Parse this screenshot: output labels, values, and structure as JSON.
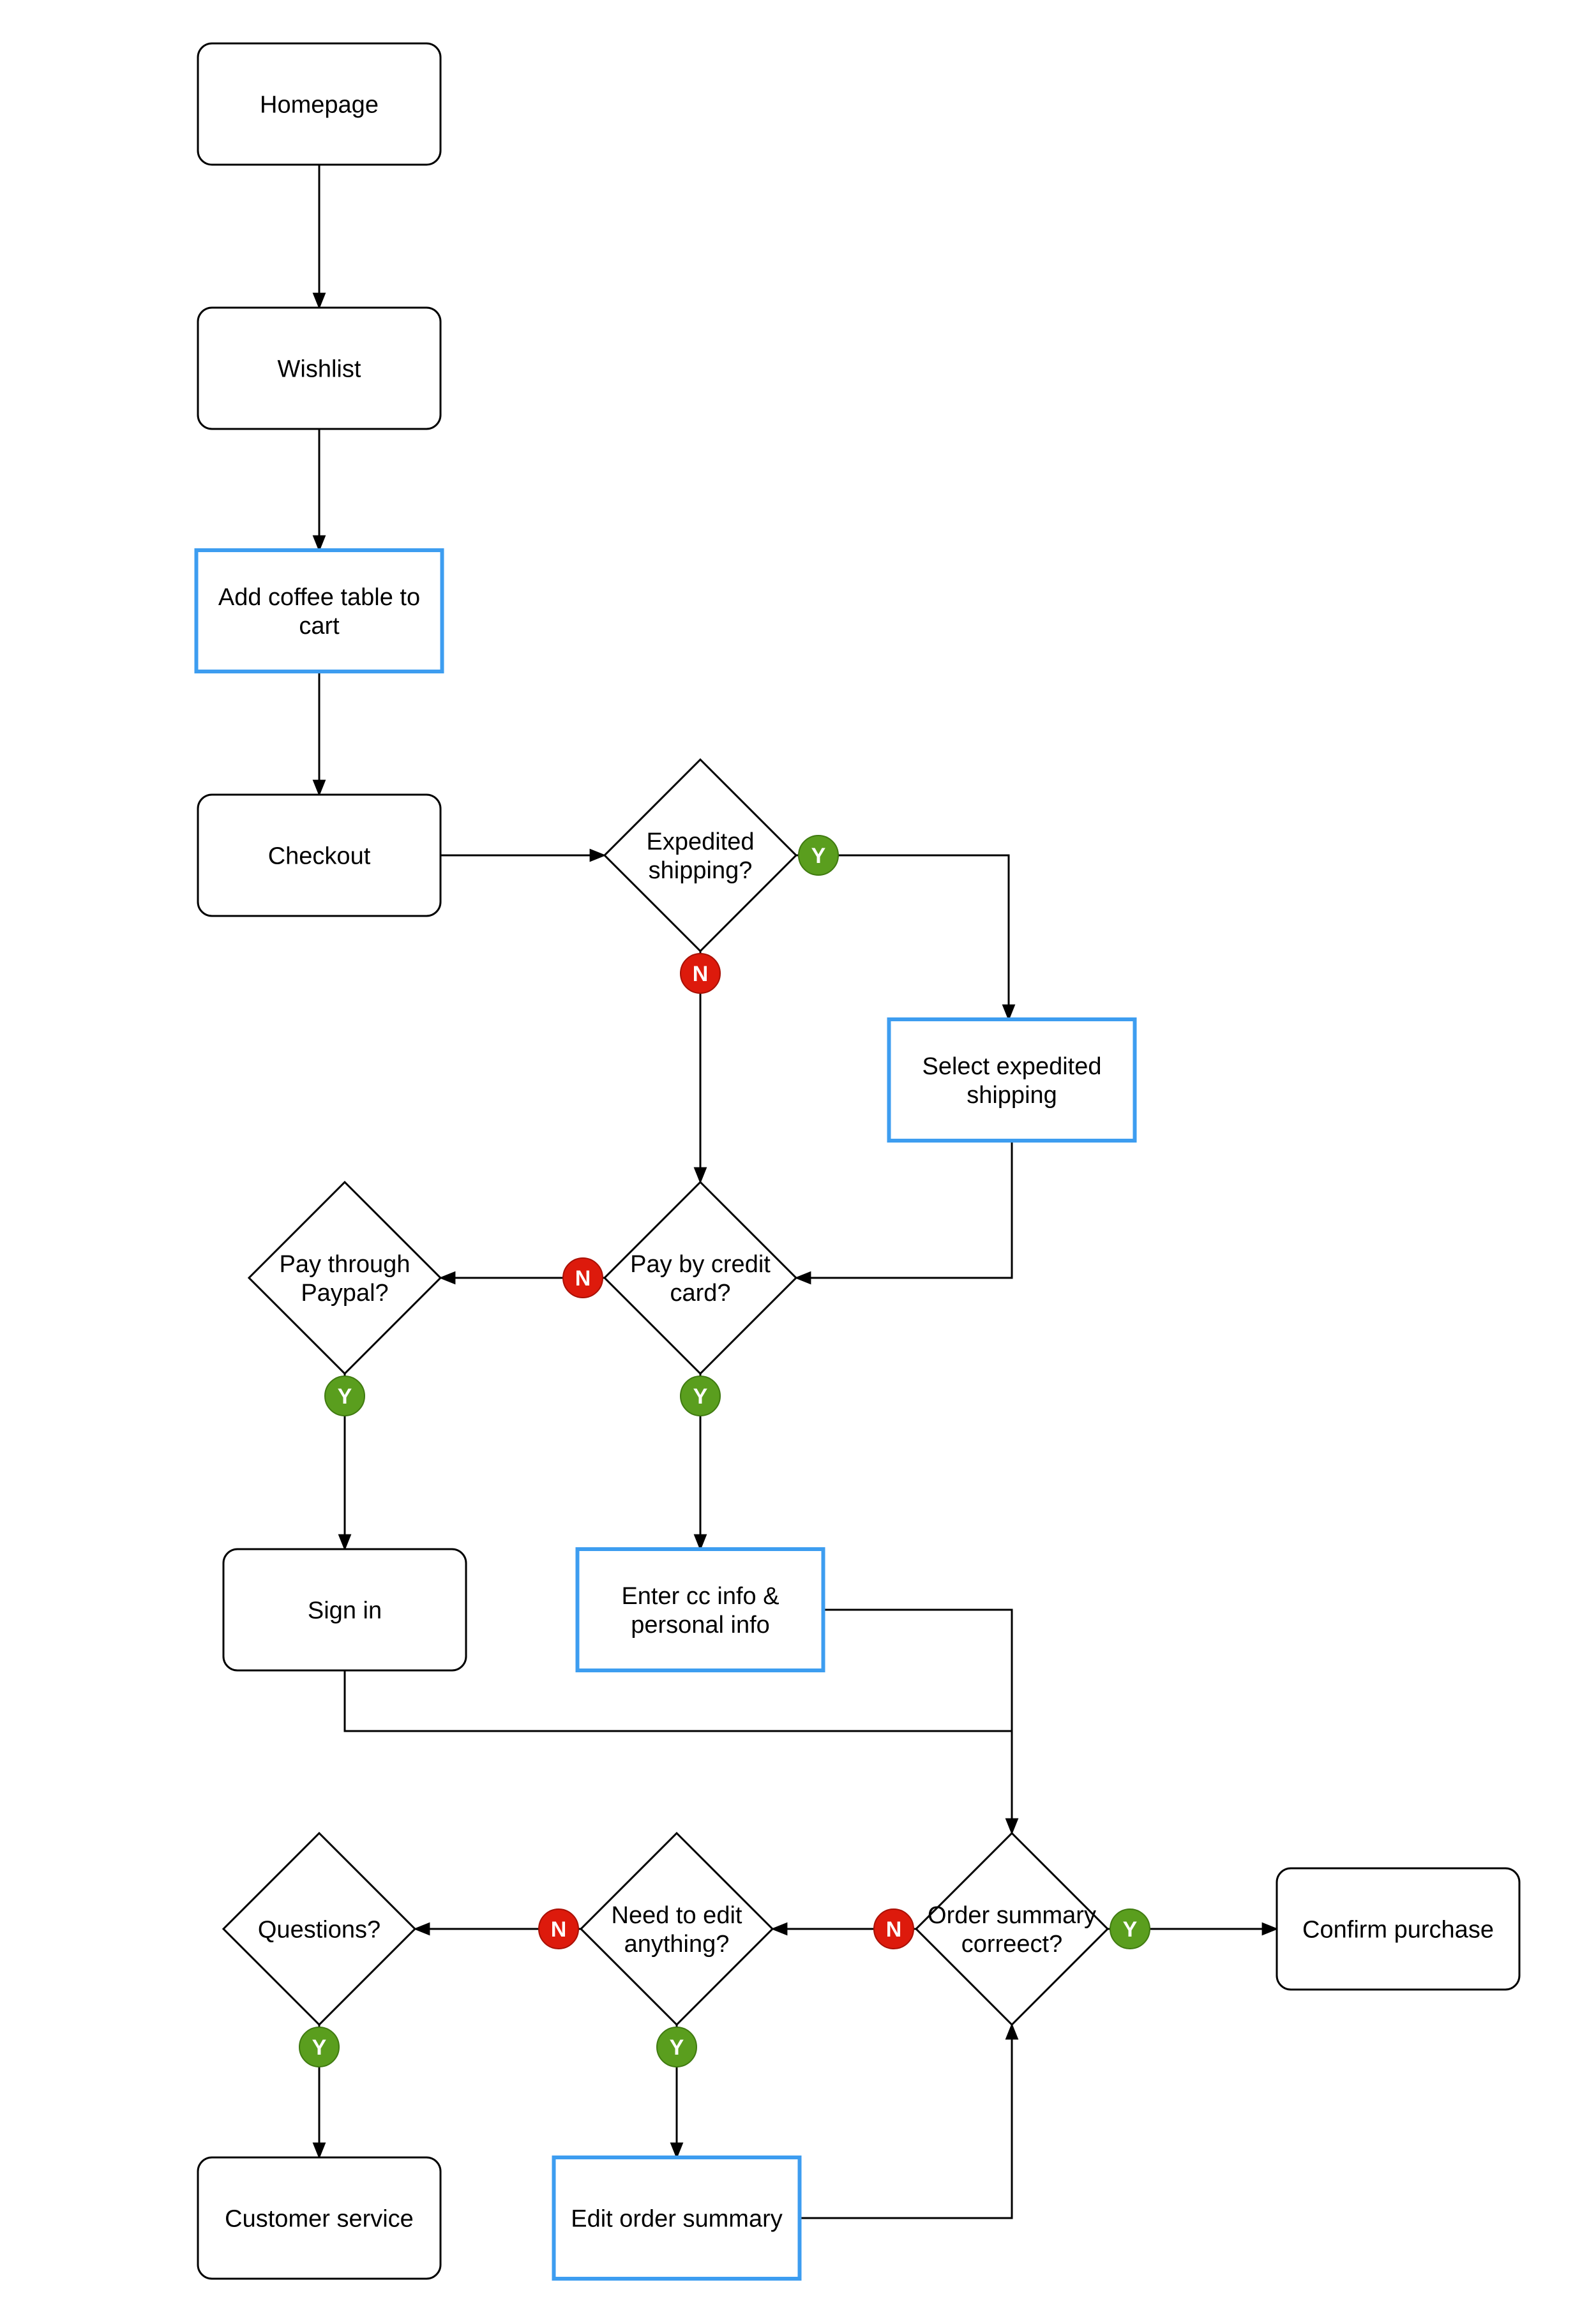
{
  "colors": {
    "stroke": "#000000",
    "action_border": "#3d9df0",
    "yes_badge": "#5a9e1e",
    "no_badge": "#dd1a0c",
    "badge_text": "#ffffff",
    "background": "#ffffff"
  },
  "nodes": [
    {
      "id": "homepage",
      "shape": "rounded",
      "lines": [
        "Homepage"
      ]
    },
    {
      "id": "wishlist",
      "shape": "rounded",
      "lines": [
        "Wishlist"
      ]
    },
    {
      "id": "add_to_cart",
      "shape": "action",
      "lines": [
        "Add coffee table to",
        "cart"
      ]
    },
    {
      "id": "checkout",
      "shape": "rounded",
      "lines": [
        "Checkout"
      ]
    },
    {
      "id": "expedited_shipping",
      "shape": "diamond",
      "lines": [
        "Expedited",
        "shipping?"
      ]
    },
    {
      "id": "select_expedited",
      "shape": "action",
      "lines": [
        "Select expedited",
        "shipping"
      ]
    },
    {
      "id": "pay_credit_card",
      "shape": "diamond",
      "lines": [
        "Pay by credit",
        "card?"
      ]
    },
    {
      "id": "pay_paypal",
      "shape": "diamond",
      "lines": [
        "Pay through",
        "Paypal?"
      ]
    },
    {
      "id": "sign_in",
      "shape": "rounded",
      "lines": [
        "Sign in"
      ]
    },
    {
      "id": "enter_cc_info",
      "shape": "action",
      "lines": [
        "Enter cc info &",
        "personal info"
      ]
    },
    {
      "id": "order_summary_correct",
      "shape": "diamond",
      "lines": [
        "Order summary",
        "correect?"
      ]
    },
    {
      "id": "confirm_purchase",
      "shape": "rounded",
      "lines": [
        "Confirm purchase"
      ]
    },
    {
      "id": "need_to_edit",
      "shape": "diamond",
      "lines": [
        "Need to edit",
        "anything?"
      ]
    },
    {
      "id": "questions",
      "shape": "diamond",
      "lines": [
        "Questions?"
      ]
    },
    {
      "id": "customer_service",
      "shape": "rounded",
      "lines": [
        "Customer service"
      ]
    },
    {
      "id": "edit_order_summary",
      "shape": "action",
      "lines": [
        "Edit order summary"
      ]
    }
  ],
  "edges": [
    {
      "from": "homepage",
      "to": "wishlist"
    },
    {
      "from": "wishlist",
      "to": "add_to_cart"
    },
    {
      "from": "add_to_cart",
      "to": "checkout"
    },
    {
      "from": "checkout",
      "to": "expedited_shipping"
    },
    {
      "from": "expedited_shipping",
      "to": "select_expedited",
      "badge": "Y"
    },
    {
      "from": "expedited_shipping",
      "to": "pay_credit_card",
      "badge": "N"
    },
    {
      "from": "select_expedited",
      "to": "pay_credit_card"
    },
    {
      "from": "pay_credit_card",
      "to": "pay_paypal",
      "badge": "N"
    },
    {
      "from": "pay_credit_card",
      "to": "enter_cc_info",
      "badge": "Y"
    },
    {
      "from": "pay_paypal",
      "to": "sign_in",
      "badge": "Y"
    },
    {
      "from": "enter_cc_info",
      "to": "order_summary_correct"
    },
    {
      "from": "sign_in",
      "to": "order_summary_correct"
    },
    {
      "from": "order_summary_correct",
      "to": "confirm_purchase",
      "badge": "Y"
    },
    {
      "from": "order_summary_correct",
      "to": "need_to_edit",
      "badge": "N"
    },
    {
      "from": "need_to_edit",
      "to": "questions",
      "badge": "N"
    },
    {
      "from": "need_to_edit",
      "to": "edit_order_summary",
      "badge": "Y"
    },
    {
      "from": "questions",
      "to": "customer_service",
      "badge": "Y"
    },
    {
      "from": "edit_order_summary",
      "to": "order_summary_correct"
    }
  ]
}
